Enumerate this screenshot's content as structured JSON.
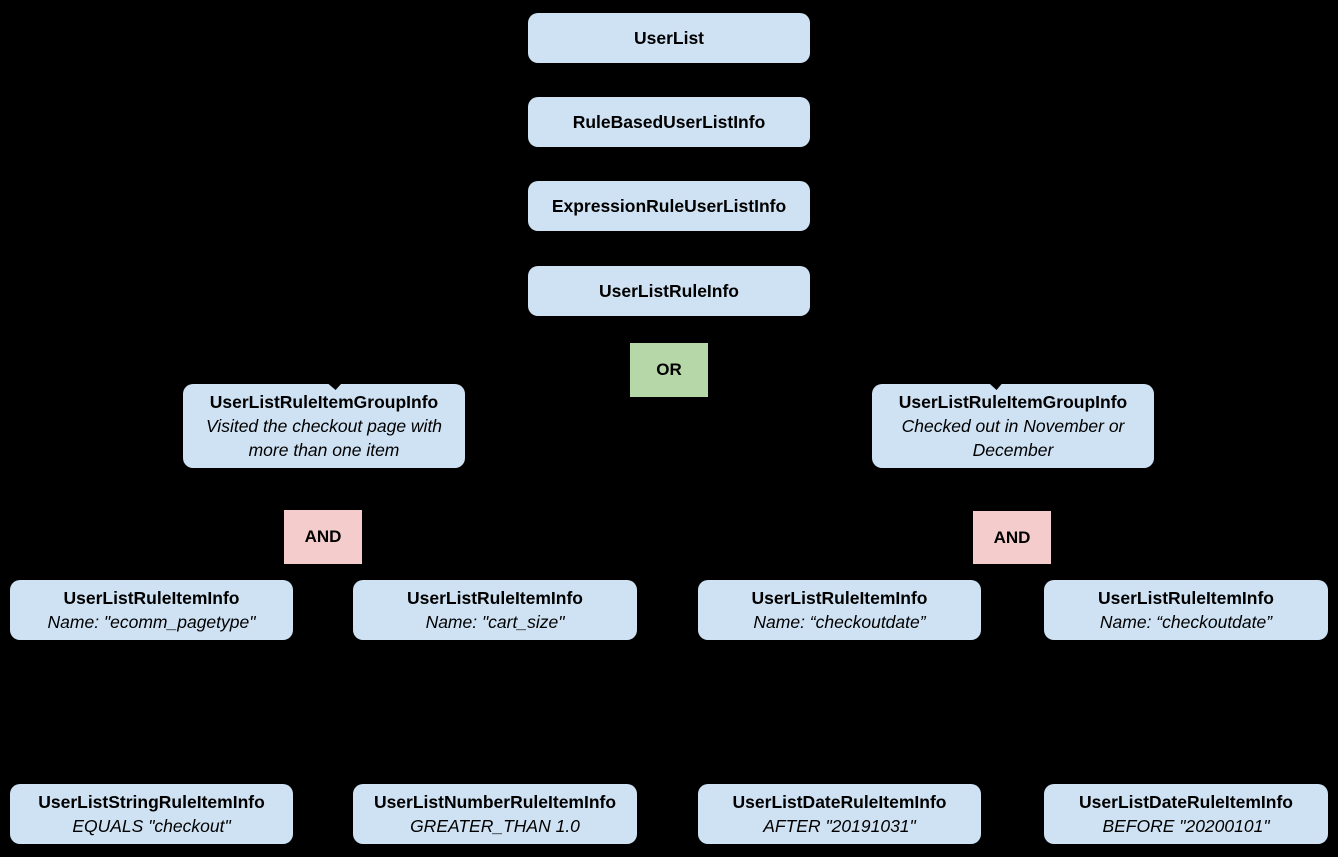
{
  "diagram": {
    "or_label": "OR",
    "and_label": "AND",
    "chain": [
      {
        "title": "UserList"
      },
      {
        "title": "RuleBasedUserListInfo"
      },
      {
        "title": "ExpressionRuleUserListInfo"
      },
      {
        "title": "UserListRuleInfo"
      }
    ],
    "groups": [
      {
        "title": "UserListRuleItemGroupInfo",
        "desc": "Visited the checkout page with more than one item"
      },
      {
        "title": "UserListRuleItemGroupInfo",
        "desc": "Checked out in November or December"
      }
    ],
    "rule_items": [
      {
        "title": "UserListRuleItemInfo",
        "desc": "Name: \"ecomm_pagetype\""
      },
      {
        "title": "UserListRuleItemInfo",
        "desc": "Name: \"cart_size\""
      },
      {
        "title": "UserListRuleItemInfo",
        "desc": "Name: “checkoutdate”"
      },
      {
        "title": "UserListRuleItemInfo",
        "desc": "Name: “checkoutdate”"
      }
    ],
    "operands": [
      {
        "title": "UserListStringRuleItemInfo",
        "desc": "EQUALS \"checkout\""
      },
      {
        "title": "UserListNumberRuleItemInfo",
        "desc": "GREATER_THAN 1.0"
      },
      {
        "title": "UserListDateRuleItemInfo",
        "desc": "AFTER \"20191031\""
      },
      {
        "title": "UserListDateRuleItemInfo",
        "desc": "BEFORE \"20200101\""
      }
    ],
    "colors": {
      "background": "#000000",
      "node_fill": "#cfe2f3",
      "or_fill": "#b6d7a8",
      "and_fill": "#f4cccc",
      "text": "#000000"
    }
  }
}
